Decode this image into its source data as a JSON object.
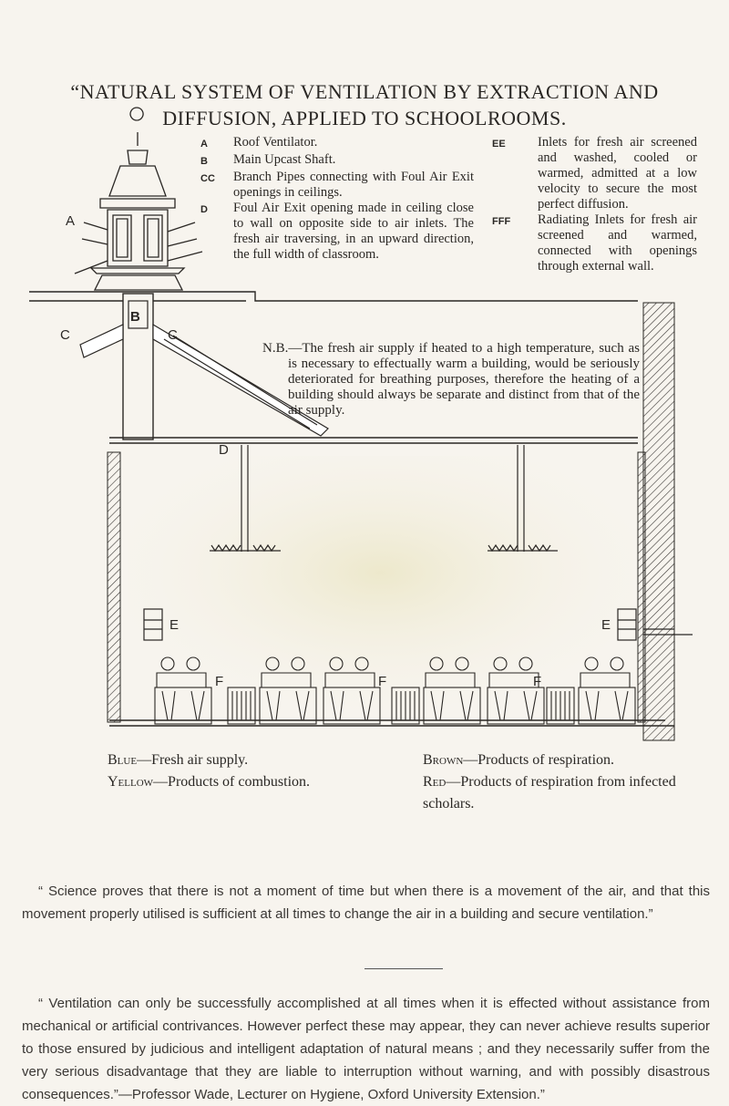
{
  "title": "“NATURAL SYSTEM OF VENTILATION BY EXTRACTION AND DIFFUSION, APPLIED TO SCHOOLROOMS.",
  "legend_left": [
    {
      "key": "A",
      "text": "Roof Ventilator."
    },
    {
      "key": "B",
      "text": "Main Upcast Shaft."
    },
    {
      "key": "CC",
      "text": "Branch Pipes connecting with Foul Air Exit openings in ceilings."
    },
    {
      "key": "D",
      "text": "Foul Air Exit opening made in ceiling close to wall on opposite side to air inlets. The fresh air traversing, in an upward direction, the full width of classroom."
    }
  ],
  "legend_right": [
    {
      "key": "EE",
      "text": "Inlets for fresh air screened and washed, cooled or warmed, admitted at a low velocity to secure the most perfect diffusion."
    },
    {
      "key": "FFF",
      "text": "Radiating Inlets for fresh air screened and warmed, connected with openings through external wall."
    }
  ],
  "diagram_labels": {
    "a": "A",
    "b": "B",
    "c_left": "C",
    "c_right": "C",
    "d": "D",
    "e_left": "E",
    "e_right": "E",
    "f1": "F",
    "f2": "F",
    "f3": "F"
  },
  "nb": {
    "lead": "N.B.—",
    "text": "The fresh air supply if heated to a high temperature, such as is necessary to effectually warm a building, would be seriously deteriorated for breathing purposes, therefore the heating of a building should always be separate and distinct from that of the air supply."
  },
  "color_key": {
    "blue": {
      "name": "Blue",
      "text": "—Fresh air supply."
    },
    "yellow": {
      "name": "Yellow",
      "text": "—Products of combustion."
    },
    "brown": {
      "name": "Brown",
      "text": "—Products of respiration."
    },
    "red": {
      "name": "Red",
      "text": "—Products of respiration from infected scholars."
    }
  },
  "paragraph_1": "“ Science proves that there is not a moment of time but when there is a movement of the air, and that this movement properly utilised is sufficient at all times to change the air in a building and secure ventilation.”",
  "paragraph_2": "“ Ventilation can only be successfully accomplished at all times when it is effected without assistance from mechanical or artificial contrivances. However perfect these may appear, they can never achieve results superior to those ensured by judicious and intelligent adaptation of natural means ; and they necessarily suffer from the very serious disadvantage that they are liable to interruption without warning, and with possibly disastrous consequences.”—Professor Wade, Lecturer on Hygiene, Oxford University Extension.”"
}
